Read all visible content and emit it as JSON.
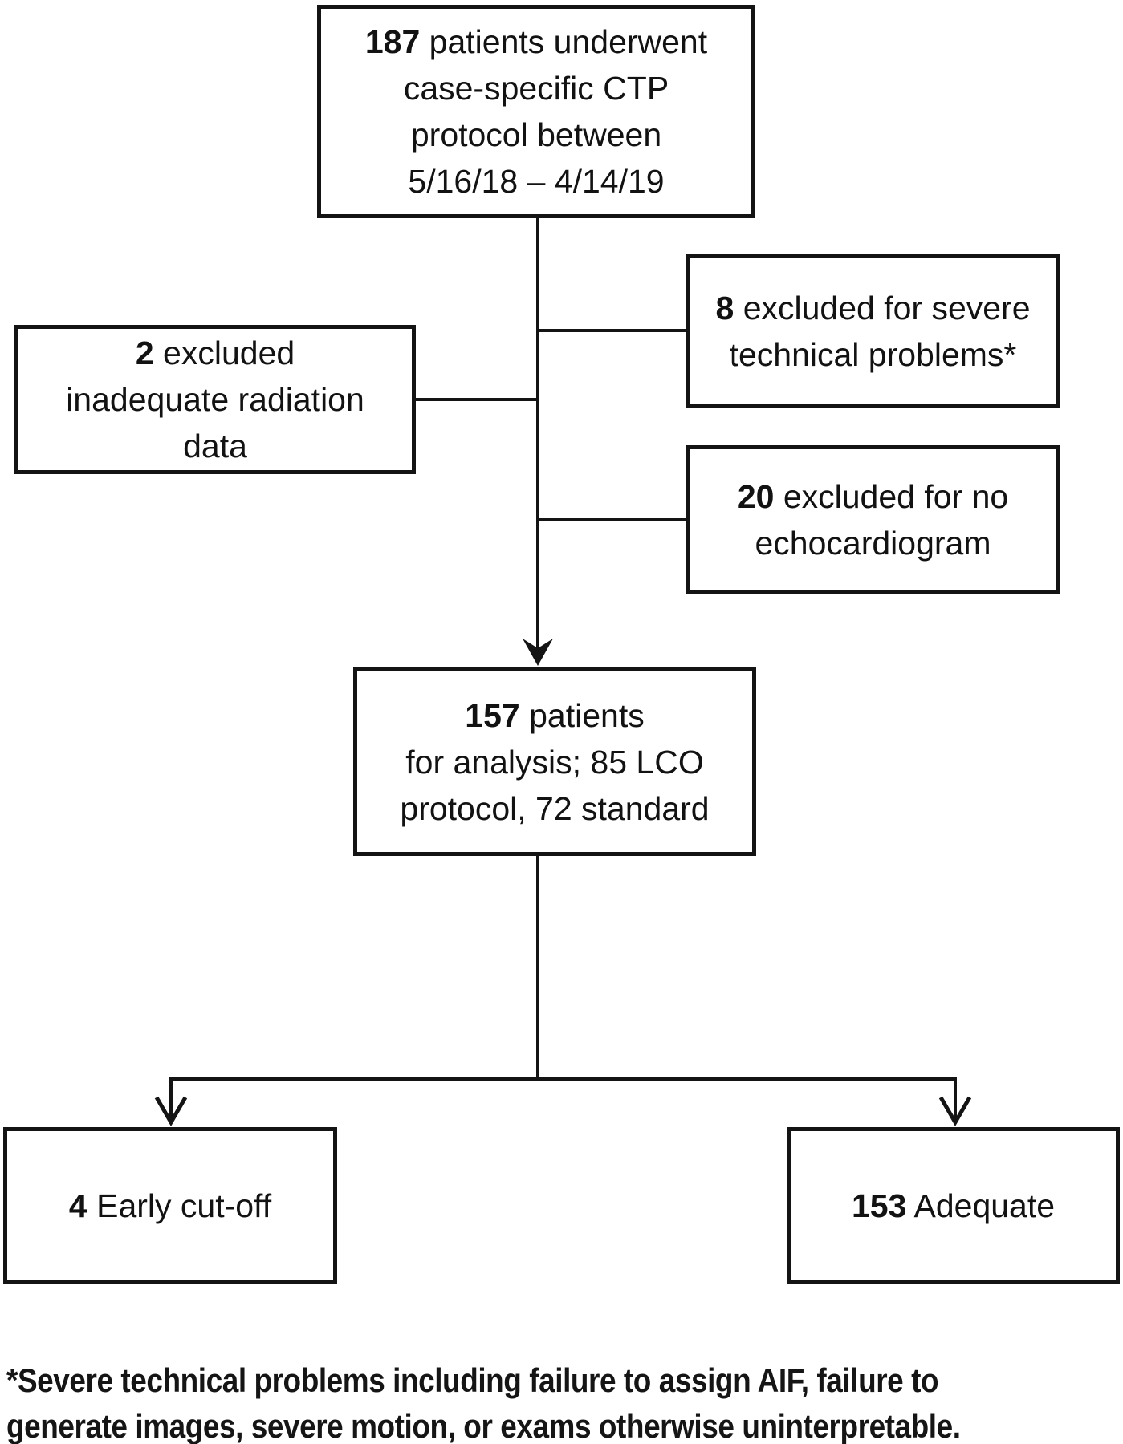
{
  "colors": {
    "ink": "#141414",
    "background": "#ffffff"
  },
  "flowchart": {
    "top_box": {
      "number": "187",
      "line1": "patients underwent",
      "line2": "case-specific CTP",
      "line3": "protocol between",
      "line4": "5/16/18 – 4/14/19"
    },
    "excluded_radiation_box": {
      "number": "2",
      "line1": "excluded",
      "line2": "inadequate radiation",
      "line3": "data"
    },
    "excluded_technical_box": {
      "number": "8",
      "line1": "excluded for severe",
      "line2": "technical problems*"
    },
    "excluded_echo_box": {
      "number": "20",
      "line1": "excluded for no",
      "line2": "echocardiogram"
    },
    "analysis_box": {
      "number": "157",
      "line1": "patients",
      "line2": "for analysis; 85 LCO",
      "line3": "protocol, 72 standard"
    },
    "early_cutoff_box": {
      "number": "4",
      "line1": "Early cut-off"
    },
    "adequate_box": {
      "number": "153",
      "line1": "Adequate"
    },
    "footnote_line1": "*Severe technical problems including failure to assign AIF, failure to",
    "footnote_line2": "generate images, severe motion, or exams otherwise uninterpretable."
  }
}
